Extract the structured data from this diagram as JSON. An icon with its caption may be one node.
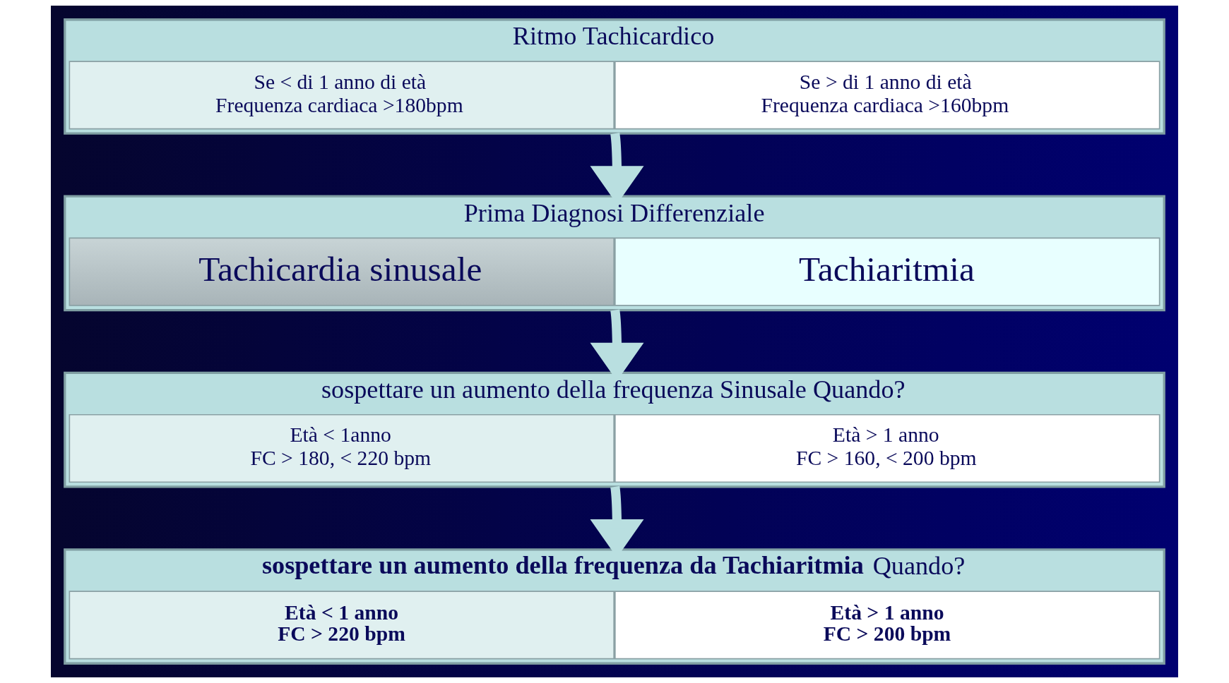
{
  "diagram": {
    "nodes": [
      {
        "text": [
          "Ritmo Tachicardico"
        ]
      },
      {
        "text": [
          "Se < di 1 anno di età",
          "Frequenza cardiaca >180bpm"
        ],
        "in": 0
      },
      {
        "text": [
          "Se > di 1 anno di età",
          "Frequenza cardiaca >160bpm"
        ],
        "in": 0
      },
      {
        "text": [
          "Prima Diagnosi Differenziale"
        ]
      },
      {
        "text": [
          "Tachicardia sinusale"
        ],
        "in": 3
      },
      {
        "text": [
          "Tachiaritmia"
        ],
        "in": 3
      },
      {
        "text": [
          "sospettare un aumento della frequenza Sinusale Quando?"
        ]
      },
      {
        "text": [
          "Età < 1anno",
          "FC > 180, < 220 bpm"
        ],
        "in": 6
      },
      {
        "text": [
          "Età > 1 anno",
          "FC > 160, < 200 bpm"
        ],
        "in": 6
      },
      {
        "text": [
          "**sospettare un aumento della frequenza da Tachiaritmia** Quando?"
        ]
      },
      {
        "text": [
          "Età < 1 anno",
          "FC > 220 bpm"
        ],
        "in": 9
      },
      {
        "text": [
          "Età > 1 anno",
          "FC > 200 bpm"
        ],
        "in": 9
      }
    ],
    "edges": [
      {
        "from": 0,
        "to": 3,
        "arrow": "to"
      },
      {
        "from": 3,
        "to": 6,
        "arrow": "to"
      },
      {
        "from": 6,
        "to": 9,
        "arrow": "to"
      }
    ]
  }
}
